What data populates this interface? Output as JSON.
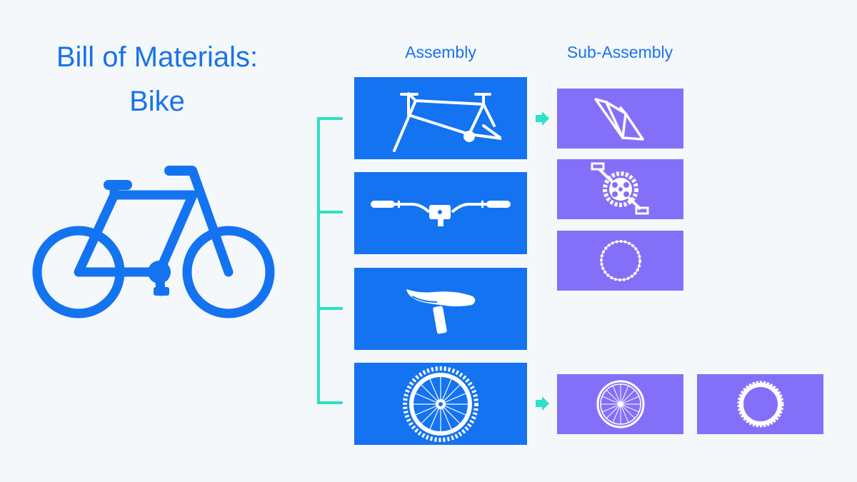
{
  "title": {
    "line1": "Bill of Materials:",
    "line2": "Bike"
  },
  "columns": {
    "assembly": "Assembly",
    "sub_assembly": "Sub-Assembly"
  },
  "icons": {
    "main": "bicycle-icon",
    "assemblies": [
      "frame-icon",
      "handlebar-icon",
      "saddle-icon",
      "wheel-icon"
    ],
    "sub_assemblies": [
      "frame-tubes-icon",
      "crankset-icon",
      "chain-icon",
      "spoked-rim-icon",
      "tire-icon"
    ]
  },
  "colors": {
    "background": "#f4f8fb",
    "primary": "#1473f0",
    "sub_assembly": "#8470f8",
    "connector": "#2ee0c4",
    "title": "#1a73e8"
  }
}
